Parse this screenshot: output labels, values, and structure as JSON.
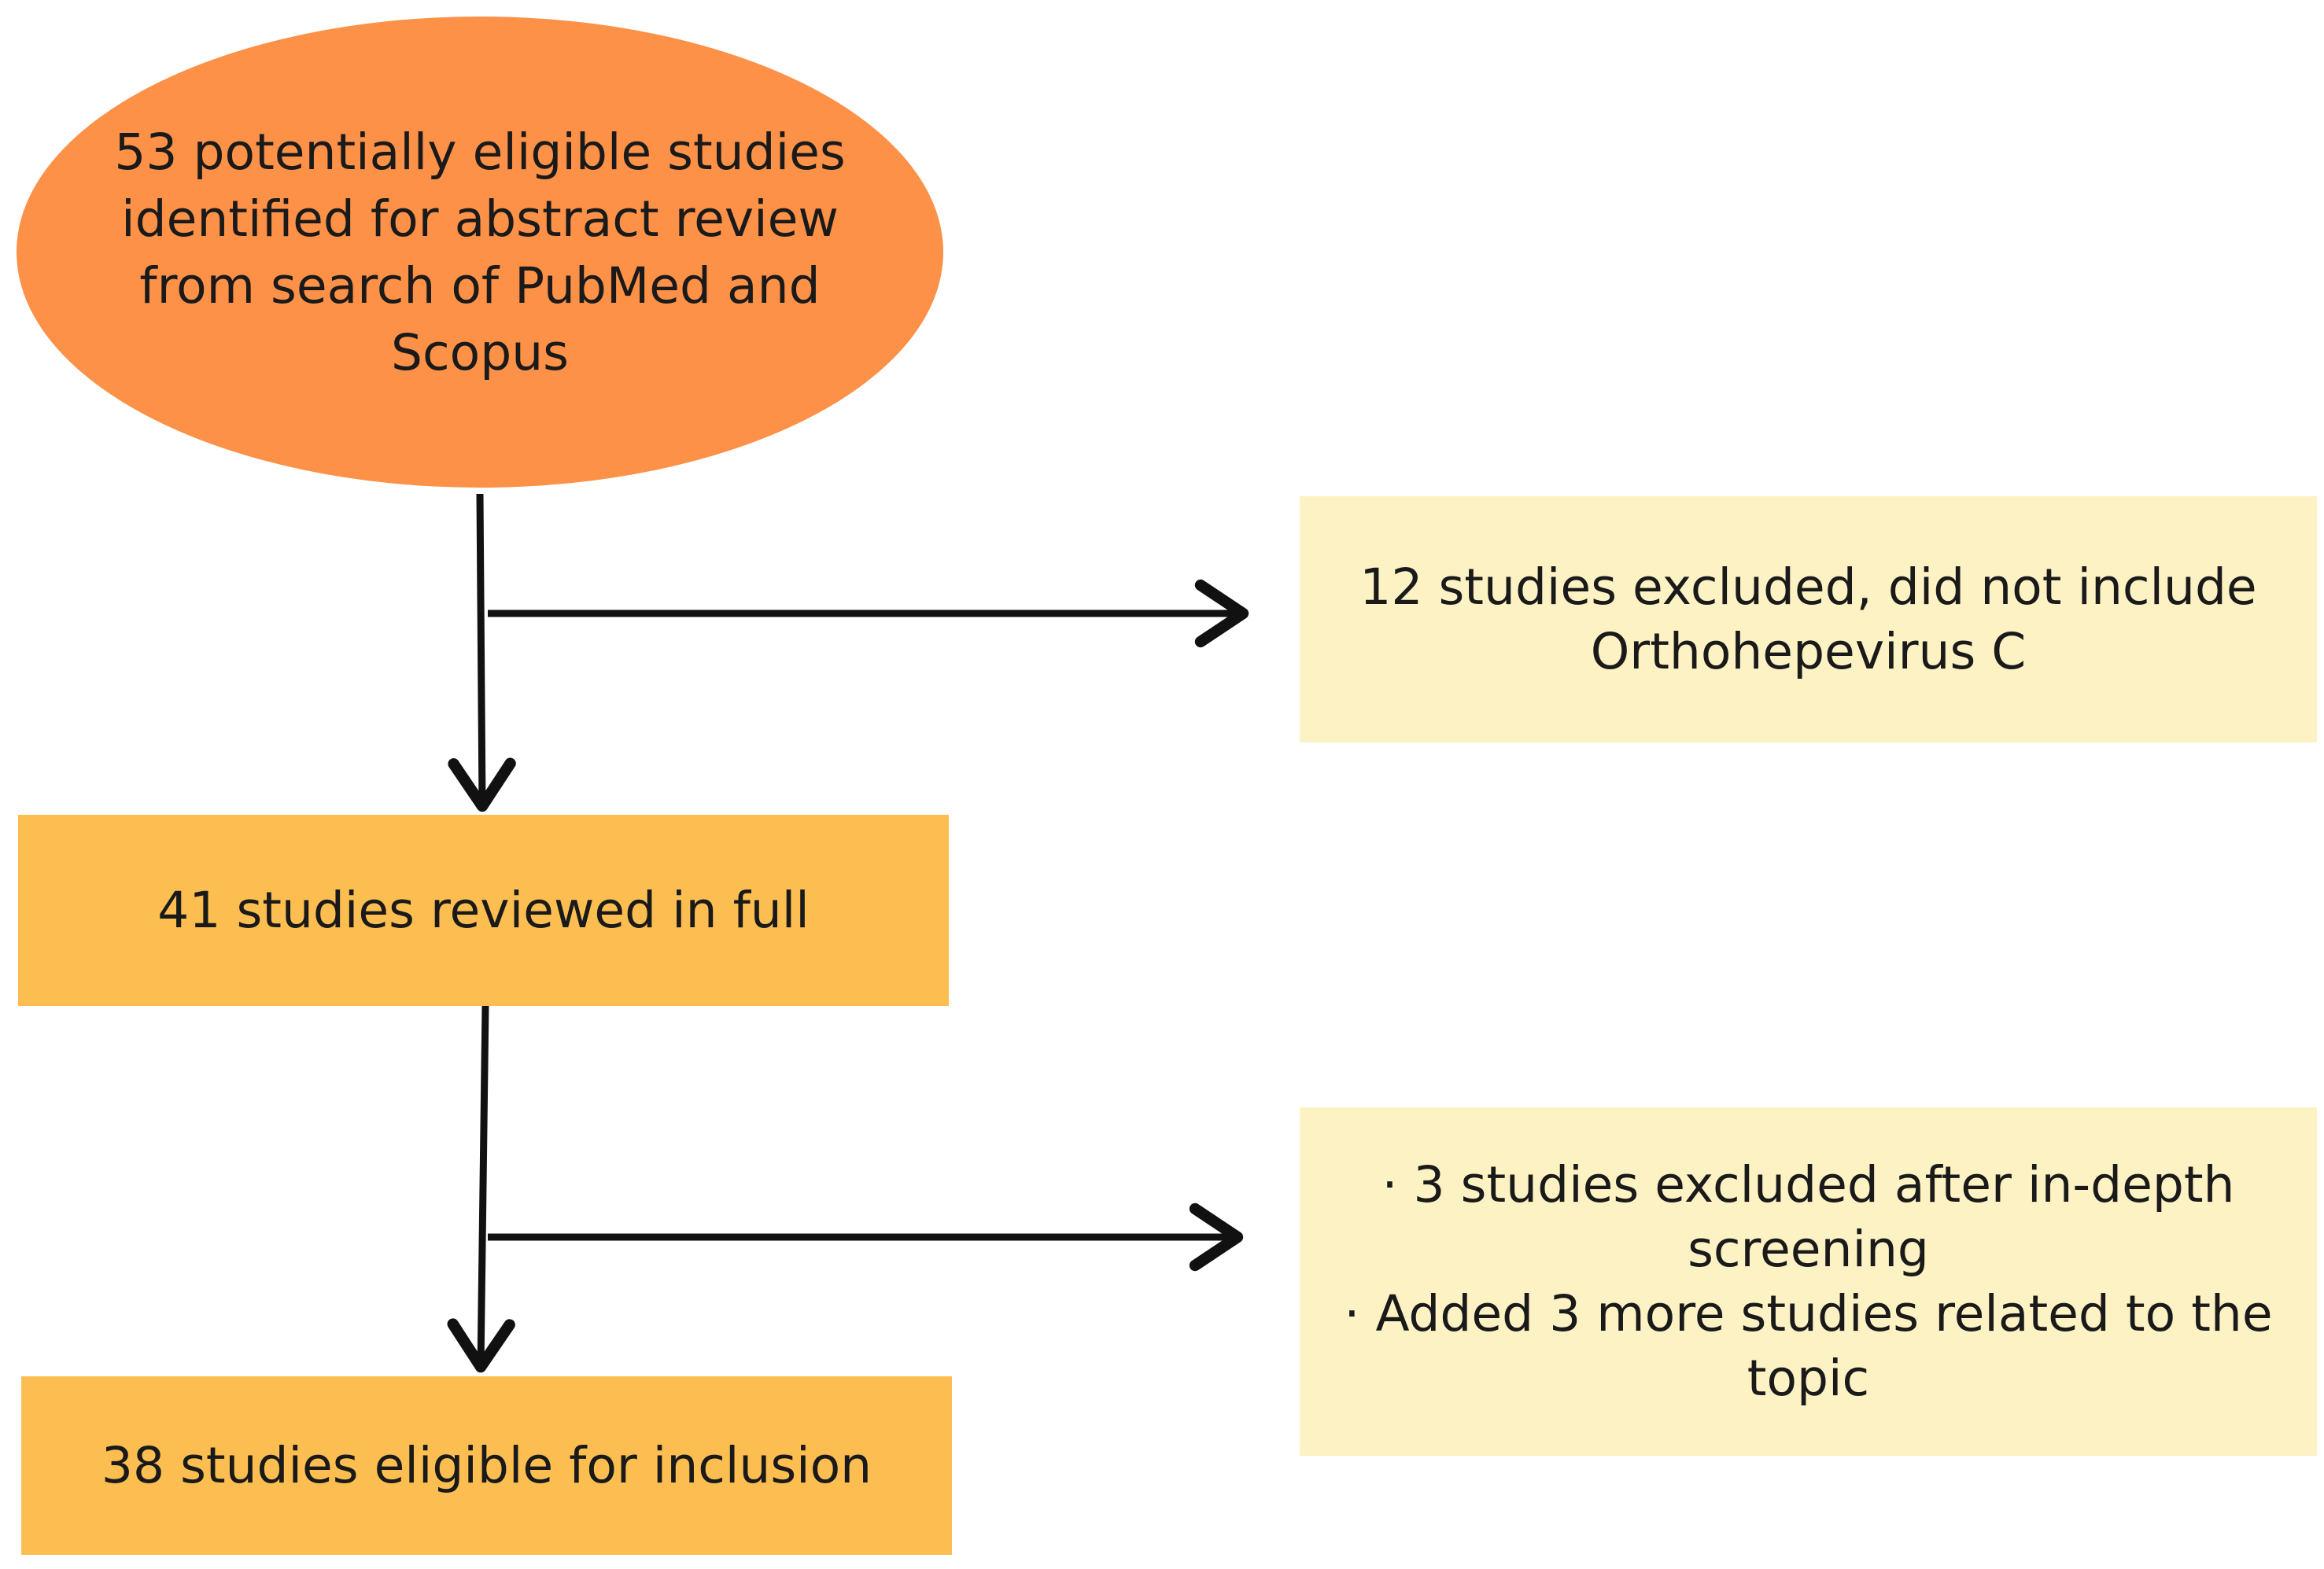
{
  "flowchart": {
    "start": {
      "text": "53 potentially eligible studies identified for abstract review from search of PubMed and Scopus"
    },
    "review": {
      "text": "41 studies reviewed in full"
    },
    "final": {
      "text": "38 studies eligible for inclusion"
    },
    "exclusion_1": {
      "text": "12 studies excluded, did not include Orthohepevirus C"
    },
    "exclusion_2": {
      "text": "· 3 studies excluded after in-depth screening\n·  Added 3 more studies related to the topic"
    },
    "colors": {
      "start_fill": "#fc9147",
      "main_box_fill": "#fcbe51",
      "side_box_fill": "#fdf2c4",
      "arrow": "#111111"
    }
  }
}
